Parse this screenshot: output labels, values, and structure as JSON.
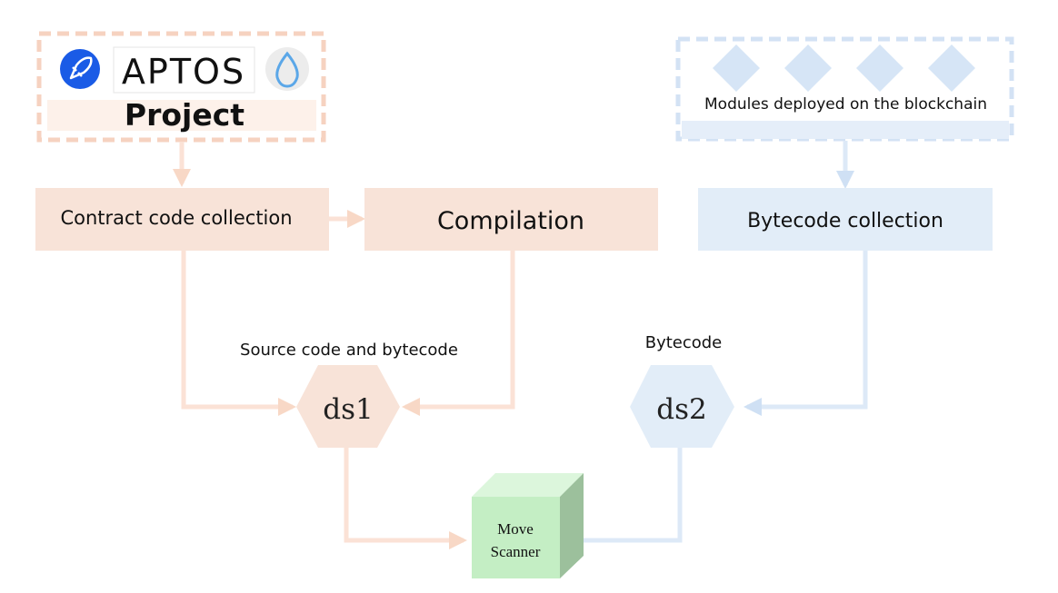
{
  "project": {
    "brand_text": "APTOS",
    "label": "Project",
    "logos": [
      "rocket-icon",
      "aptos-wordmark",
      "sui-droplet-icon"
    ]
  },
  "chain": {
    "label": "Modules deployed on the blockchain",
    "module_icons": [
      "module-diamond-icon",
      "module-diamond-icon",
      "module-diamond-icon",
      "module-diamond-icon"
    ]
  },
  "boxes": {
    "contract_collection": "Contract code collection",
    "compilation": "Compilation",
    "bytecode_collection": "Bytecode collection"
  },
  "datasets": {
    "ds1_label": "ds1",
    "ds1_caption": "Source code and bytecode",
    "ds2_label": "ds2",
    "ds2_caption": "Bytecode"
  },
  "scanner": {
    "line1": "Move",
    "line2": "Scanner"
  },
  "colors": {
    "orange_fill": "#f8e3d8",
    "orange_line": "#fbe2d6",
    "orange_dash": "#f6d2c0",
    "blue_fill": "#e2edf8",
    "blue_line": "#dde9f7",
    "blue_dash": "#d3e2f4",
    "green_front": "#c4eec4",
    "green_top": "#dcf6dc",
    "green_side": "#9cc09c",
    "logo_blue": "#1a5be6"
  }
}
